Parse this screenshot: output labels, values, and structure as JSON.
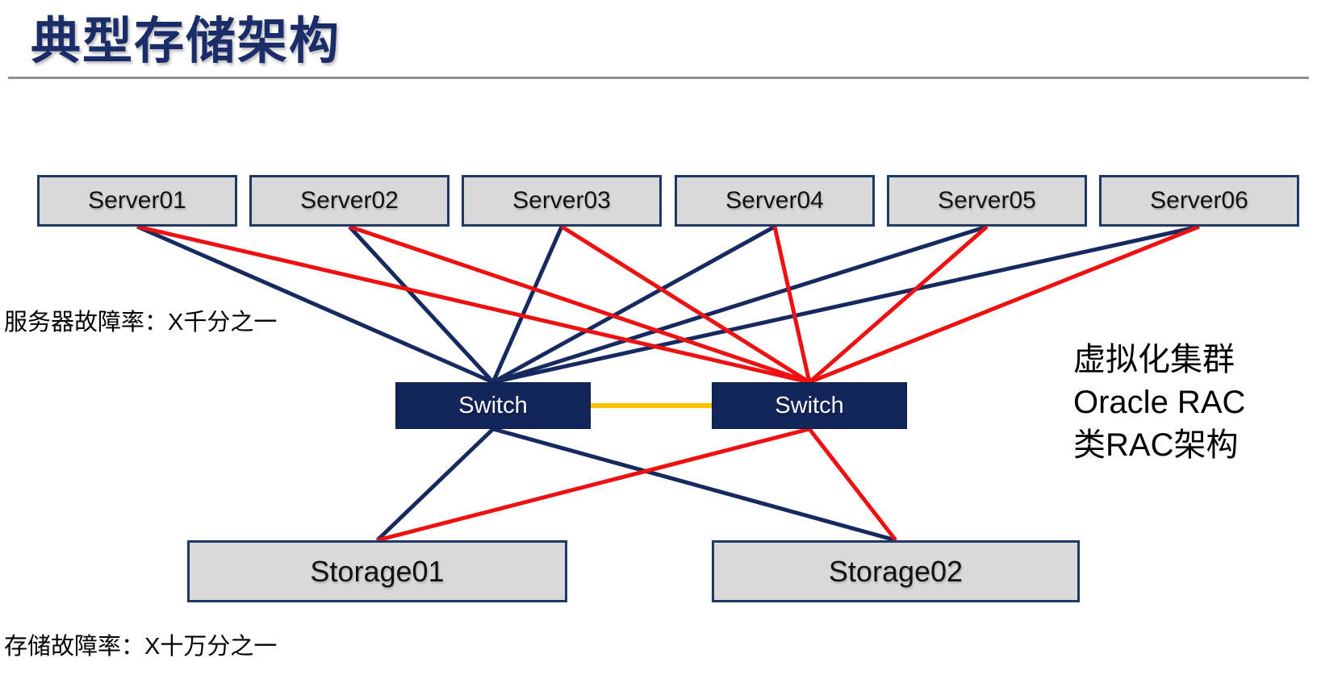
{
  "title": "典型存储架构",
  "labels": {
    "server_failure_rate": "服务器故障率：X千分之一",
    "storage_failure_rate": "存储故障率：X十万分之一",
    "note_lines": [
      "虚拟化集群",
      "Oracle RAC",
      "类RAC架构"
    ]
  },
  "colors": {
    "navy": "#162a60",
    "red": "#ee1111",
    "yellow": "#ffc000",
    "box_fill": "#d9d9d9",
    "box_border": "#1f3864",
    "title_navy": "#1b2d69",
    "rule_gray": "#8f8f8f"
  },
  "diagram": {
    "nodes": {
      "servers": [
        {
          "id": "server1",
          "label": "Server01"
        },
        {
          "id": "server2",
          "label": "Server02"
        },
        {
          "id": "server3",
          "label": "Server03"
        },
        {
          "id": "server4",
          "label": "Server04"
        },
        {
          "id": "server5",
          "label": "Server05"
        },
        {
          "id": "server6",
          "label": "Server06"
        }
      ],
      "switches": [
        {
          "id": "switch1",
          "label": "Switch"
        },
        {
          "id": "switch2",
          "label": "Switch"
        }
      ],
      "storages": [
        {
          "id": "storage1",
          "label": "Storage01"
        },
        {
          "id": "storage2",
          "label": "Storage02"
        }
      ]
    },
    "edges": [
      {
        "from": "server1",
        "to": "switch1",
        "color": "navy",
        "width": 5
      },
      {
        "from": "server2",
        "to": "switch1",
        "color": "navy",
        "width": 5
      },
      {
        "from": "server3",
        "to": "switch1",
        "color": "navy",
        "width": 5
      },
      {
        "from": "server4",
        "to": "switch1",
        "color": "navy",
        "width": 5
      },
      {
        "from": "server5",
        "to": "switch1",
        "color": "navy",
        "width": 5
      },
      {
        "from": "server6",
        "to": "switch1",
        "color": "navy",
        "width": 5
      },
      {
        "from": "switch1",
        "to": "storage1",
        "color": "navy",
        "width": 5
      },
      {
        "from": "switch1",
        "to": "storage2",
        "color": "navy",
        "width": 5
      },
      {
        "from": "server1",
        "to": "switch2",
        "color": "red",
        "width": 5
      },
      {
        "from": "server2",
        "to": "switch2",
        "color": "red",
        "width": 5
      },
      {
        "from": "server3",
        "to": "switch2",
        "color": "red",
        "width": 5
      },
      {
        "from": "server4",
        "to": "switch2",
        "color": "red",
        "width": 5
      },
      {
        "from": "server5",
        "to": "switch2",
        "color": "red",
        "width": 5
      },
      {
        "from": "server6",
        "to": "switch2",
        "color": "red",
        "width": 5
      },
      {
        "from": "switch2",
        "to": "storage1",
        "color": "red",
        "width": 5
      },
      {
        "from": "switch2",
        "to": "storage2",
        "color": "red",
        "width": 5
      },
      {
        "from": "switch1",
        "to": "switch2",
        "color": "yellow",
        "width": 6,
        "anchor": "side"
      }
    ]
  }
}
